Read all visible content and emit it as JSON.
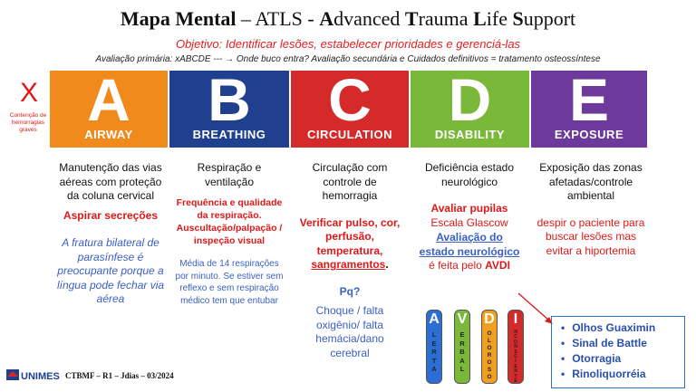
{
  "title": {
    "part1": "Mapa Mental",
    "part2": " – ATLS - ",
    "words": [
      {
        "first": "A",
        "rest": "dvanced "
      },
      {
        "first": "T",
        "rest": "rauma "
      },
      {
        "first": "L",
        "rest": "ife "
      },
      {
        "first": "S",
        "rest": "upport"
      }
    ]
  },
  "objective": "Objetivo: Identificar lesões, estabelecer prioridades e gerenciá-las",
  "primary_survey": "Avaliação primária: xABCDE --- → Onde buco entra? Avaliação secundária e Cuidados definitivos = tratamento osteossíntese",
  "x_mark": {
    "symbol": "X",
    "note": "Contenção de hemorragias graves",
    "color": "#e01818"
  },
  "blocks": [
    {
      "letter": "A",
      "word": "AIRWAY",
      "color": "#f08a1c"
    },
    {
      "letter": "B",
      "word": "BREATHING",
      "color": "#1f3f8f"
    },
    {
      "letter": "C",
      "word": "CIRCULATION",
      "color": "#d42a2a"
    },
    {
      "letter": "D",
      "word": "DISABILITY",
      "color": "#7ab83a"
    },
    {
      "letter": "E",
      "word": "EXPOSURE",
      "color": "#6d3a9c"
    }
  ],
  "airway": {
    "desc": "Manutenção das vias aéreas com proteção da coluna cervical",
    "action": "Aspirar secreções",
    "note": "A fratura bilateral de parasínfese é preocupante porque a língua pode fechar via aérea"
  },
  "breathing": {
    "desc": "Respiração e ventilação",
    "action": "Frequência e qualidade da respiração. Auscultação/palpação / inspeção visual",
    "note": "Média de 14 respirações por minuto. Se estiver sem reflexo e sem respiração médico tem que entubar"
  },
  "circulation": {
    "desc": "Circulação com controle de hemorragia",
    "action_main": "Verificar pulso, cor, perfusão, temperatura,",
    "action_underlined": "sangramentos",
    "action_end": ".",
    "question": "Pq?",
    "answer": "Choque / falta oxigênio/ falta hemácia/dano cerebral"
  },
  "disability": {
    "desc": "Deficiência estado neurológico",
    "pupils": "Avaliar pupilas",
    "glasgow": "Escala Glascow",
    "link": "Avaliação do estado neurológico",
    "tail_a": " é feita pelo ",
    "tail_b": "AVDI",
    "avdi": [
      {
        "letter": "A",
        "rest": "L E R T A",
        "color": "#2b6fd6"
      },
      {
        "letter": "V",
        "rest": "E R B A L",
        "color": "#7ab83a"
      },
      {
        "letter": "D",
        "rest": "O L O R O S O",
        "color": "#f0a020"
      },
      {
        "letter": "I",
        "rest": "N C O N S C I E N T E",
        "color": "#d42a2a"
      }
    ]
  },
  "exposure": {
    "desc": "Exposição das zonas afetadas/controle ambiental",
    "action": "despir o paciente para buscar lesões mas evitar a hiportemia",
    "findings": [
      "Olhos Guaximin",
      "Sinal de Battle",
      "Otorragia",
      "Rinoliquorréia"
    ]
  },
  "footer": {
    "logo": "UNIMES",
    "text": "CTBMF – R1 – Jdias – 03/2024"
  }
}
